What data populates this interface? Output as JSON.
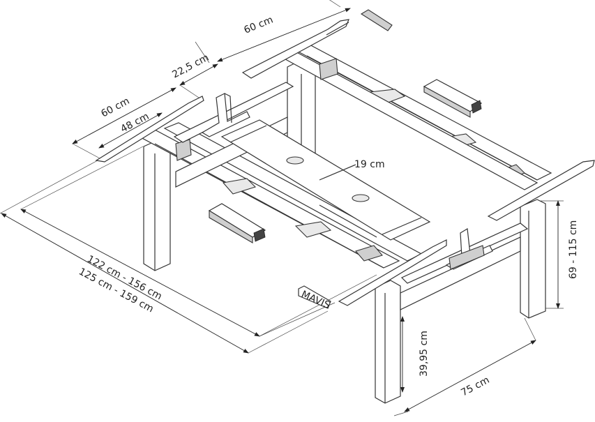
{
  "diagram": {
    "dimensions": {
      "top_depth_right": "60 cm",
      "top_gap": "22,5 cm",
      "top_depth_left": "60 cm",
      "frame_depth_left": "48 cm",
      "center_gap": "19 cm",
      "inner_width": "122 cm - 156 cm",
      "outer_width": "125 cm - 159 cm",
      "height_range": "69 - 115 cm",
      "leg_height": "39,95 cm",
      "foot_length": "75 cm"
    },
    "handset_lettering": "MAVIS"
  }
}
